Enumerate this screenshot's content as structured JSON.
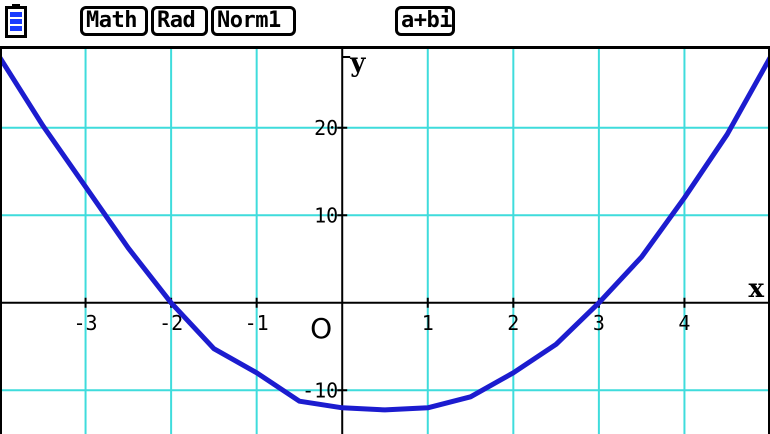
{
  "status_bar": {
    "modes": [
      "Math",
      "Rad",
      "Norm1"
    ],
    "complex_mode": "a+bi",
    "battery_color": "#1a3cff"
  },
  "colors": {
    "grid": "#3fdcdc",
    "axis": "#000000",
    "curve": "#1c1ccf",
    "background": "#ffffff"
  },
  "chart_data": {
    "type": "line",
    "title": "",
    "xlabel": "x",
    "ylabel": "y",
    "origin_label": "O",
    "xlim": [
      -4,
      5
    ],
    "ylim": [
      -15,
      29
    ],
    "grid": true,
    "x_ticks": [
      -3,
      -2,
      -1,
      1,
      2,
      3,
      4
    ],
    "x_tick_labels": [
      "-3",
      "-2",
      "-1",
      "1",
      "2",
      "3",
      "4"
    ],
    "y_ticks": [
      -10,
      10,
      20
    ],
    "y_tick_labels": [
      "-10",
      "10",
      "20"
    ],
    "series": [
      {
        "x": [
          -4,
          -3.5,
          -3,
          -2.5,
          -2,
          -1.5,
          -1,
          -0.5,
          0,
          0.5,
          1,
          1.5,
          2,
          2.5,
          3,
          3.5,
          4,
          4.5,
          5
        ],
        "y": [
          28,
          20.25,
          13.25,
          6.25,
          0,
          -5.25,
          -8,
          -11.25,
          -12,
          -12.25,
          -12,
          -10.75,
          -8,
          -4.75,
          0,
          5.25,
          12,
          19.25,
          28
        ]
      }
    ]
  }
}
